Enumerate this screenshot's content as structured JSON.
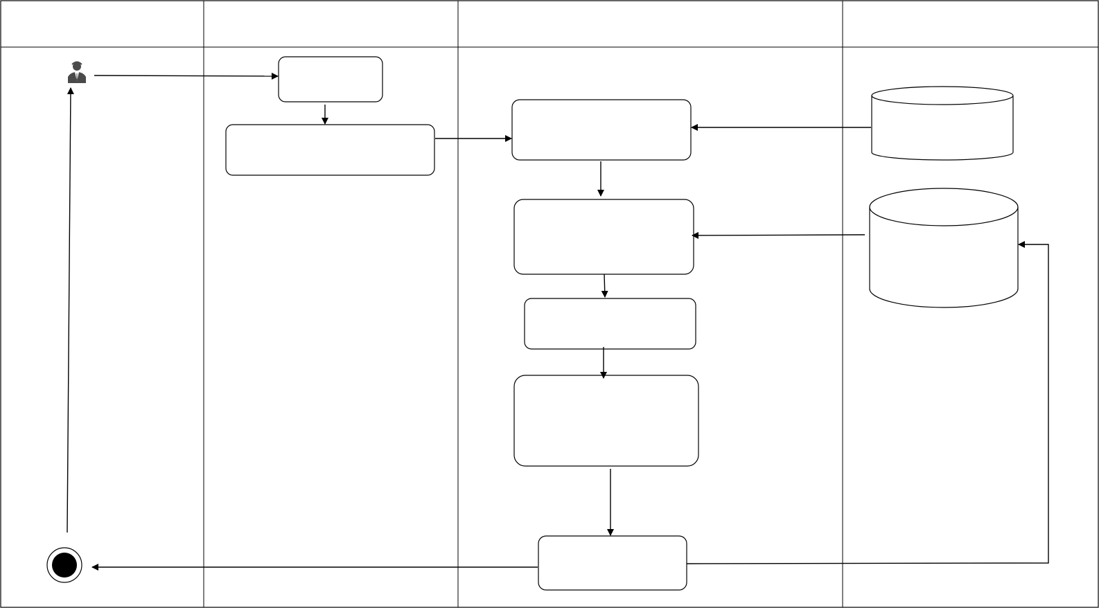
{
  "diagram": {
    "lanes": [
      {
        "id": "lane-1",
        "header": ""
      },
      {
        "id": "lane-2",
        "header": ""
      },
      {
        "id": "lane-3",
        "header": ""
      },
      {
        "id": "lane-4",
        "header": ""
      }
    ],
    "nodes": {
      "lane2_top_box": "",
      "lane2_wide_box": "",
      "lane3_box_1": "",
      "lane3_box_2": "",
      "lane3_box_3": "",
      "lane3_box_4": "",
      "lane3_bottom_box": "",
      "database_1": "",
      "database_2": ""
    },
    "icons": {
      "actor": "user-icon",
      "end_node": "end-node-icon"
    },
    "colors": {
      "stroke": "#000000",
      "background": "#ffffff",
      "icon_fill": "#4a4a4a"
    }
  }
}
